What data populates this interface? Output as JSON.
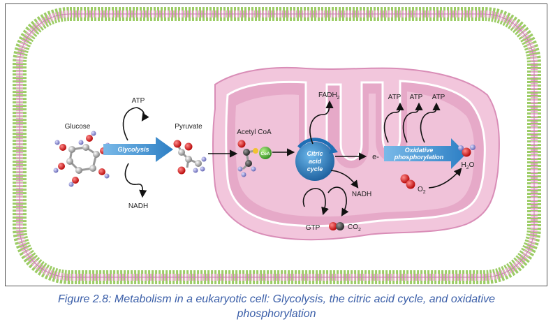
{
  "diagram": {
    "glucose": "Glucose",
    "glycolysis": "Glycolysis",
    "atp_glycolysis": "ATP",
    "nadh_glycolysis": "NADH",
    "pyruvate": "Pyruvate",
    "acetyl_coa": "Acetyl CoA",
    "coa": "CoA",
    "fadh2": "FADH",
    "fadh2_sub": "2",
    "citric_line1": "Citric",
    "citric_line2": "acid",
    "citric_line3": "cycle",
    "electron": "e-",
    "nadh_citric": "NADH",
    "gtp": "GTP",
    "co2": "CO",
    "co2_sub": "2",
    "oxphos_line1": "Oxidative",
    "oxphos_line2": "phosphorylation",
    "atp_1": "ATP",
    "atp_2": "ATP",
    "atp_3": "ATP",
    "o2": "O",
    "o2_sub": "2",
    "h2o_h": "H",
    "h2o_sub": "2",
    "h2o_o": "O"
  },
  "caption": {
    "line1": "Figure 2.8: Metabolism in a eukaryotic cell: Glycolysis, the citric acid cycle, and oxidative",
    "line2": "phosphorylation"
  },
  "colors": {
    "membrane_green": "#9ccc65",
    "membrane_pink": "#e9a9cf",
    "mito_pink": "#f2c6dc",
    "arrow_blue": "#3d8fd0",
    "caption_blue": "#3a5ea8"
  }
}
